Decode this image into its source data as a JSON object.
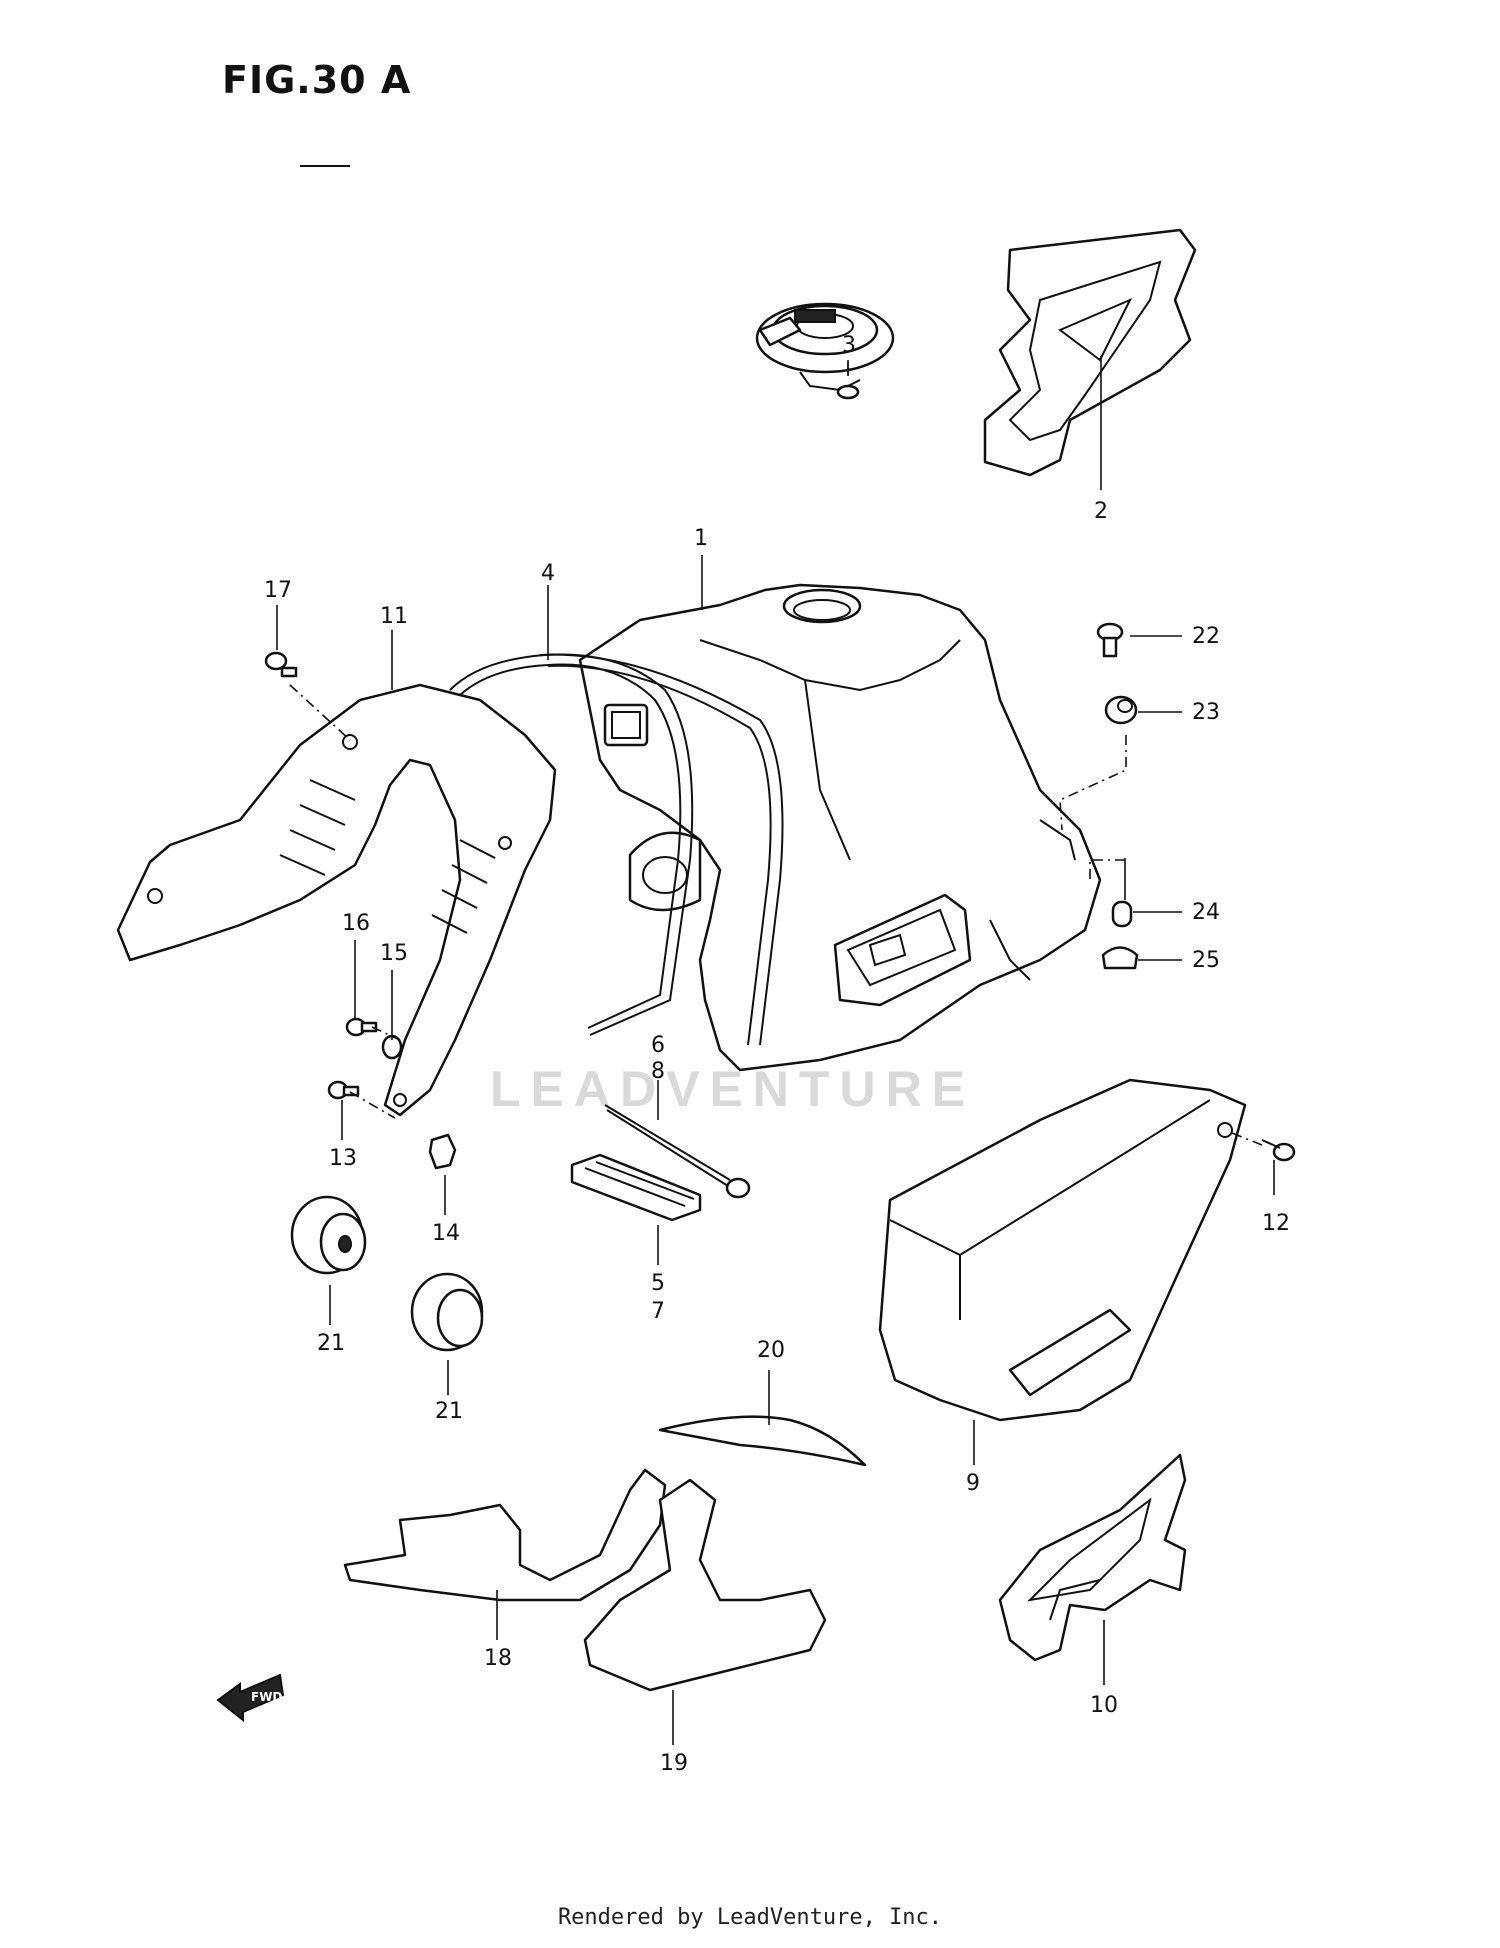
{
  "figure": {
    "title": "FIG.30 A"
  },
  "watermark": "LEADVENTURE",
  "footer": "Rendered by LeadVenture, Inc.",
  "fwd_label": "FWD",
  "callouts": {
    "c1": "1",
    "c2": "2",
    "c3": "3",
    "c4": "4",
    "c5": "5",
    "c6": "6",
    "c7": "7",
    "c8": "8",
    "c9": "9",
    "c10": "10",
    "c11": "11",
    "c12": "12",
    "c13": "13",
    "c14": "14",
    "c15": "15",
    "c16": "16",
    "c17": "17",
    "c18": "18",
    "c19": "19",
    "c20": "20",
    "c21a": "21",
    "c21b": "21",
    "c22": "22",
    "c23": "23",
    "c24": "24",
    "c25": "25"
  }
}
